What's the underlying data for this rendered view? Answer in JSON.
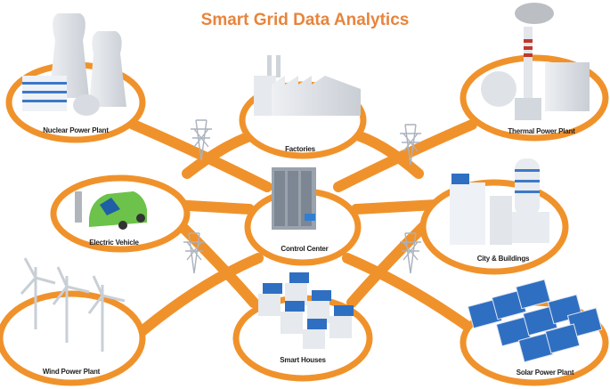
{
  "title": "Smart Grid Data Analytics",
  "colors": {
    "accent": "#f0922b",
    "title": "#e8843c",
    "panel_blue": "#2f6fc2",
    "building_gray": "#dfe3e8",
    "car_green": "#6cc24a"
  },
  "nodes": [
    {
      "id": "nuclear",
      "label": "Nuclear Power Plant",
      "icon": "nuclear-plant-icon"
    },
    {
      "id": "factories",
      "label": "Factories",
      "icon": "factory-icon"
    },
    {
      "id": "thermal",
      "label": "Thermal Power Plant",
      "icon": "thermal-plant-icon"
    },
    {
      "id": "ev",
      "label": "Electric Vehicle",
      "icon": "electric-car-icon"
    },
    {
      "id": "control",
      "label": "Control Center",
      "icon": "server-rack-icon"
    },
    {
      "id": "city",
      "label": "City & Buildings",
      "icon": "city-buildings-icon"
    },
    {
      "id": "wind",
      "label": "Wind Power Plant",
      "icon": "wind-turbine-icon"
    },
    {
      "id": "houses",
      "label": "Smart Houses",
      "icon": "smart-houses-icon"
    },
    {
      "id": "solar",
      "label": "Solar Power Plant",
      "icon": "solar-panel-icon"
    }
  ],
  "towers": 4
}
